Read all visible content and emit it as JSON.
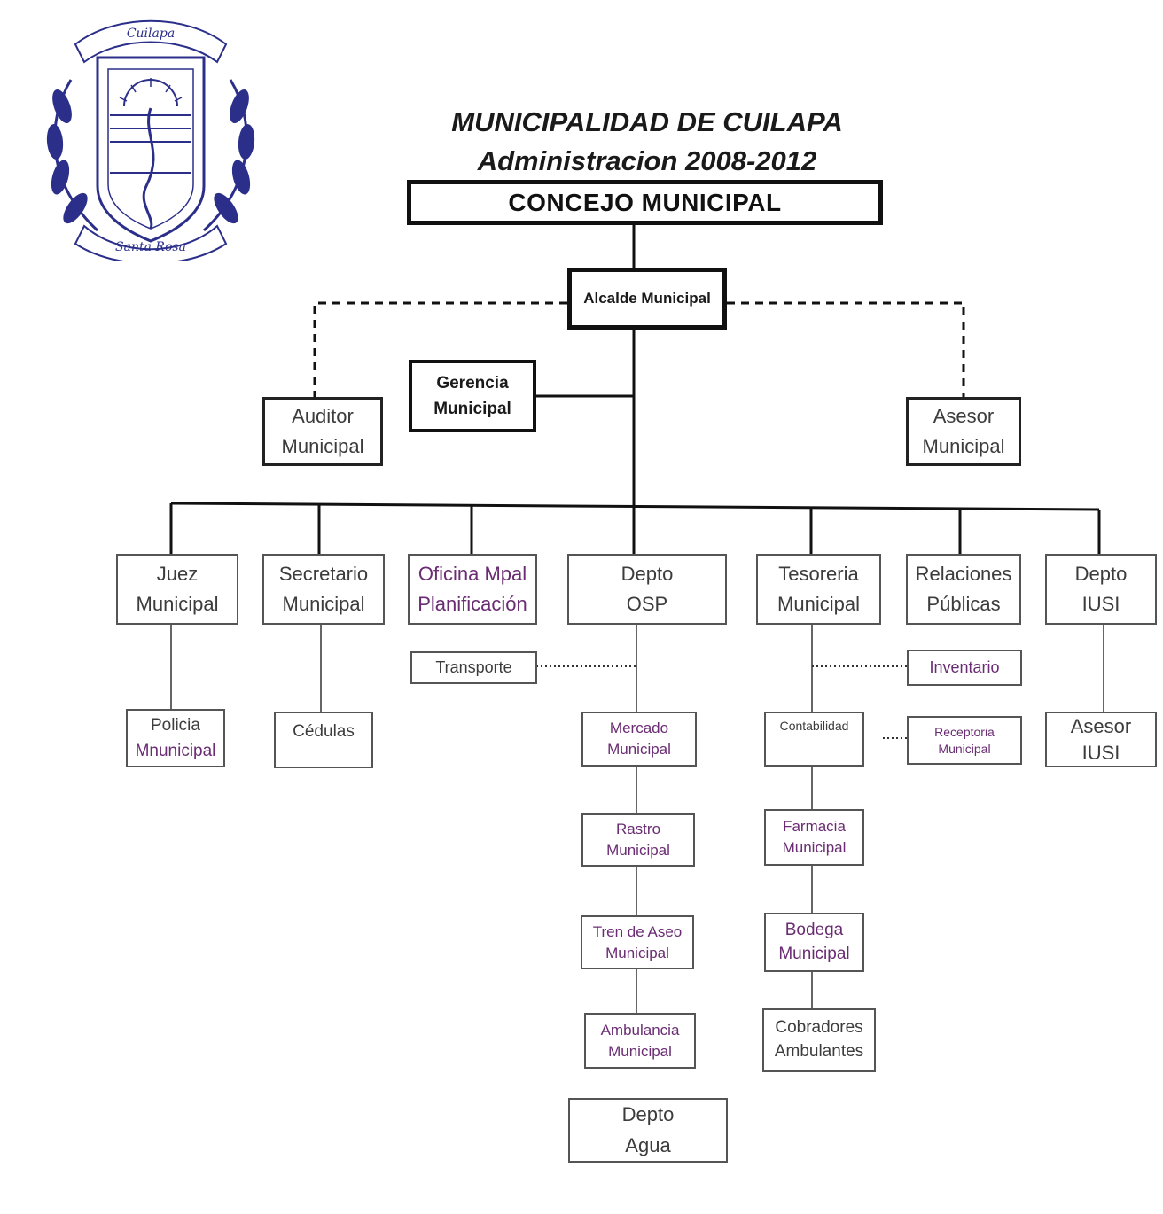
{
  "header": {
    "title": "MUNICIPALIDAD DE CUILAPA",
    "subtitle": "Administracion 2008-2012"
  },
  "logo": {
    "top_text": "Cuilapa",
    "bottom_text": "Santa Rosa",
    "colors": {
      "ink": "#2b2f8a"
    }
  },
  "org": {
    "concejo": "CONCEJO MUNICIPAL",
    "alcalde": "Alcalde Municipal",
    "gerencia": [
      "Gerencia",
      "Municipal"
    ],
    "auditor": [
      "Auditor",
      "Municipal"
    ],
    "asesor": [
      "Asesor",
      "Municipal"
    ],
    "departments": {
      "juez": [
        "Juez",
        "Municipal"
      ],
      "secretario": [
        "Secretario",
        "Municipal"
      ],
      "planificacion": [
        "Oficina Mpal",
        "Planificación"
      ],
      "osp": [
        "Depto",
        "OSP"
      ],
      "tesoreria": [
        "Tesoreria",
        "Municipal"
      ],
      "relaciones": [
        "Relaciones",
        "Públicas"
      ],
      "iusi": [
        "Depto",
        "IUSI"
      ]
    },
    "sub_units": {
      "policia": [
        "Policia",
        "Mnunicipal"
      ],
      "cedulas": [
        "Cédulas"
      ],
      "transporte": [
        "Transporte"
      ],
      "mercado": [
        "Mercado",
        "Municipal"
      ],
      "rastro": [
        "Rastro",
        "Municipal"
      ],
      "tren_aseo": [
        "Tren de Aseo",
        "Municipal"
      ],
      "ambulancia": [
        "Ambulancia",
        "Municipal"
      ],
      "agua": [
        "Depto",
        "Agua"
      ],
      "inventario": [
        "Inventario"
      ],
      "contabilidad": [
        "Contabilidad"
      ],
      "receptoria": [
        "Receptoria",
        "Municipal"
      ],
      "farmacia": [
        "Farmacia",
        "Municipal"
      ],
      "bodega": [
        "Bodega",
        "Municipal"
      ],
      "cobradores": [
        "Cobradores",
        "Ambulantes"
      ],
      "asesor_iusi": [
        "Asesor",
        "IUSI"
      ]
    }
  },
  "colors": {
    "line": "#111111",
    "box_border": "#555555",
    "purple_text": "#6a2c73"
  }
}
